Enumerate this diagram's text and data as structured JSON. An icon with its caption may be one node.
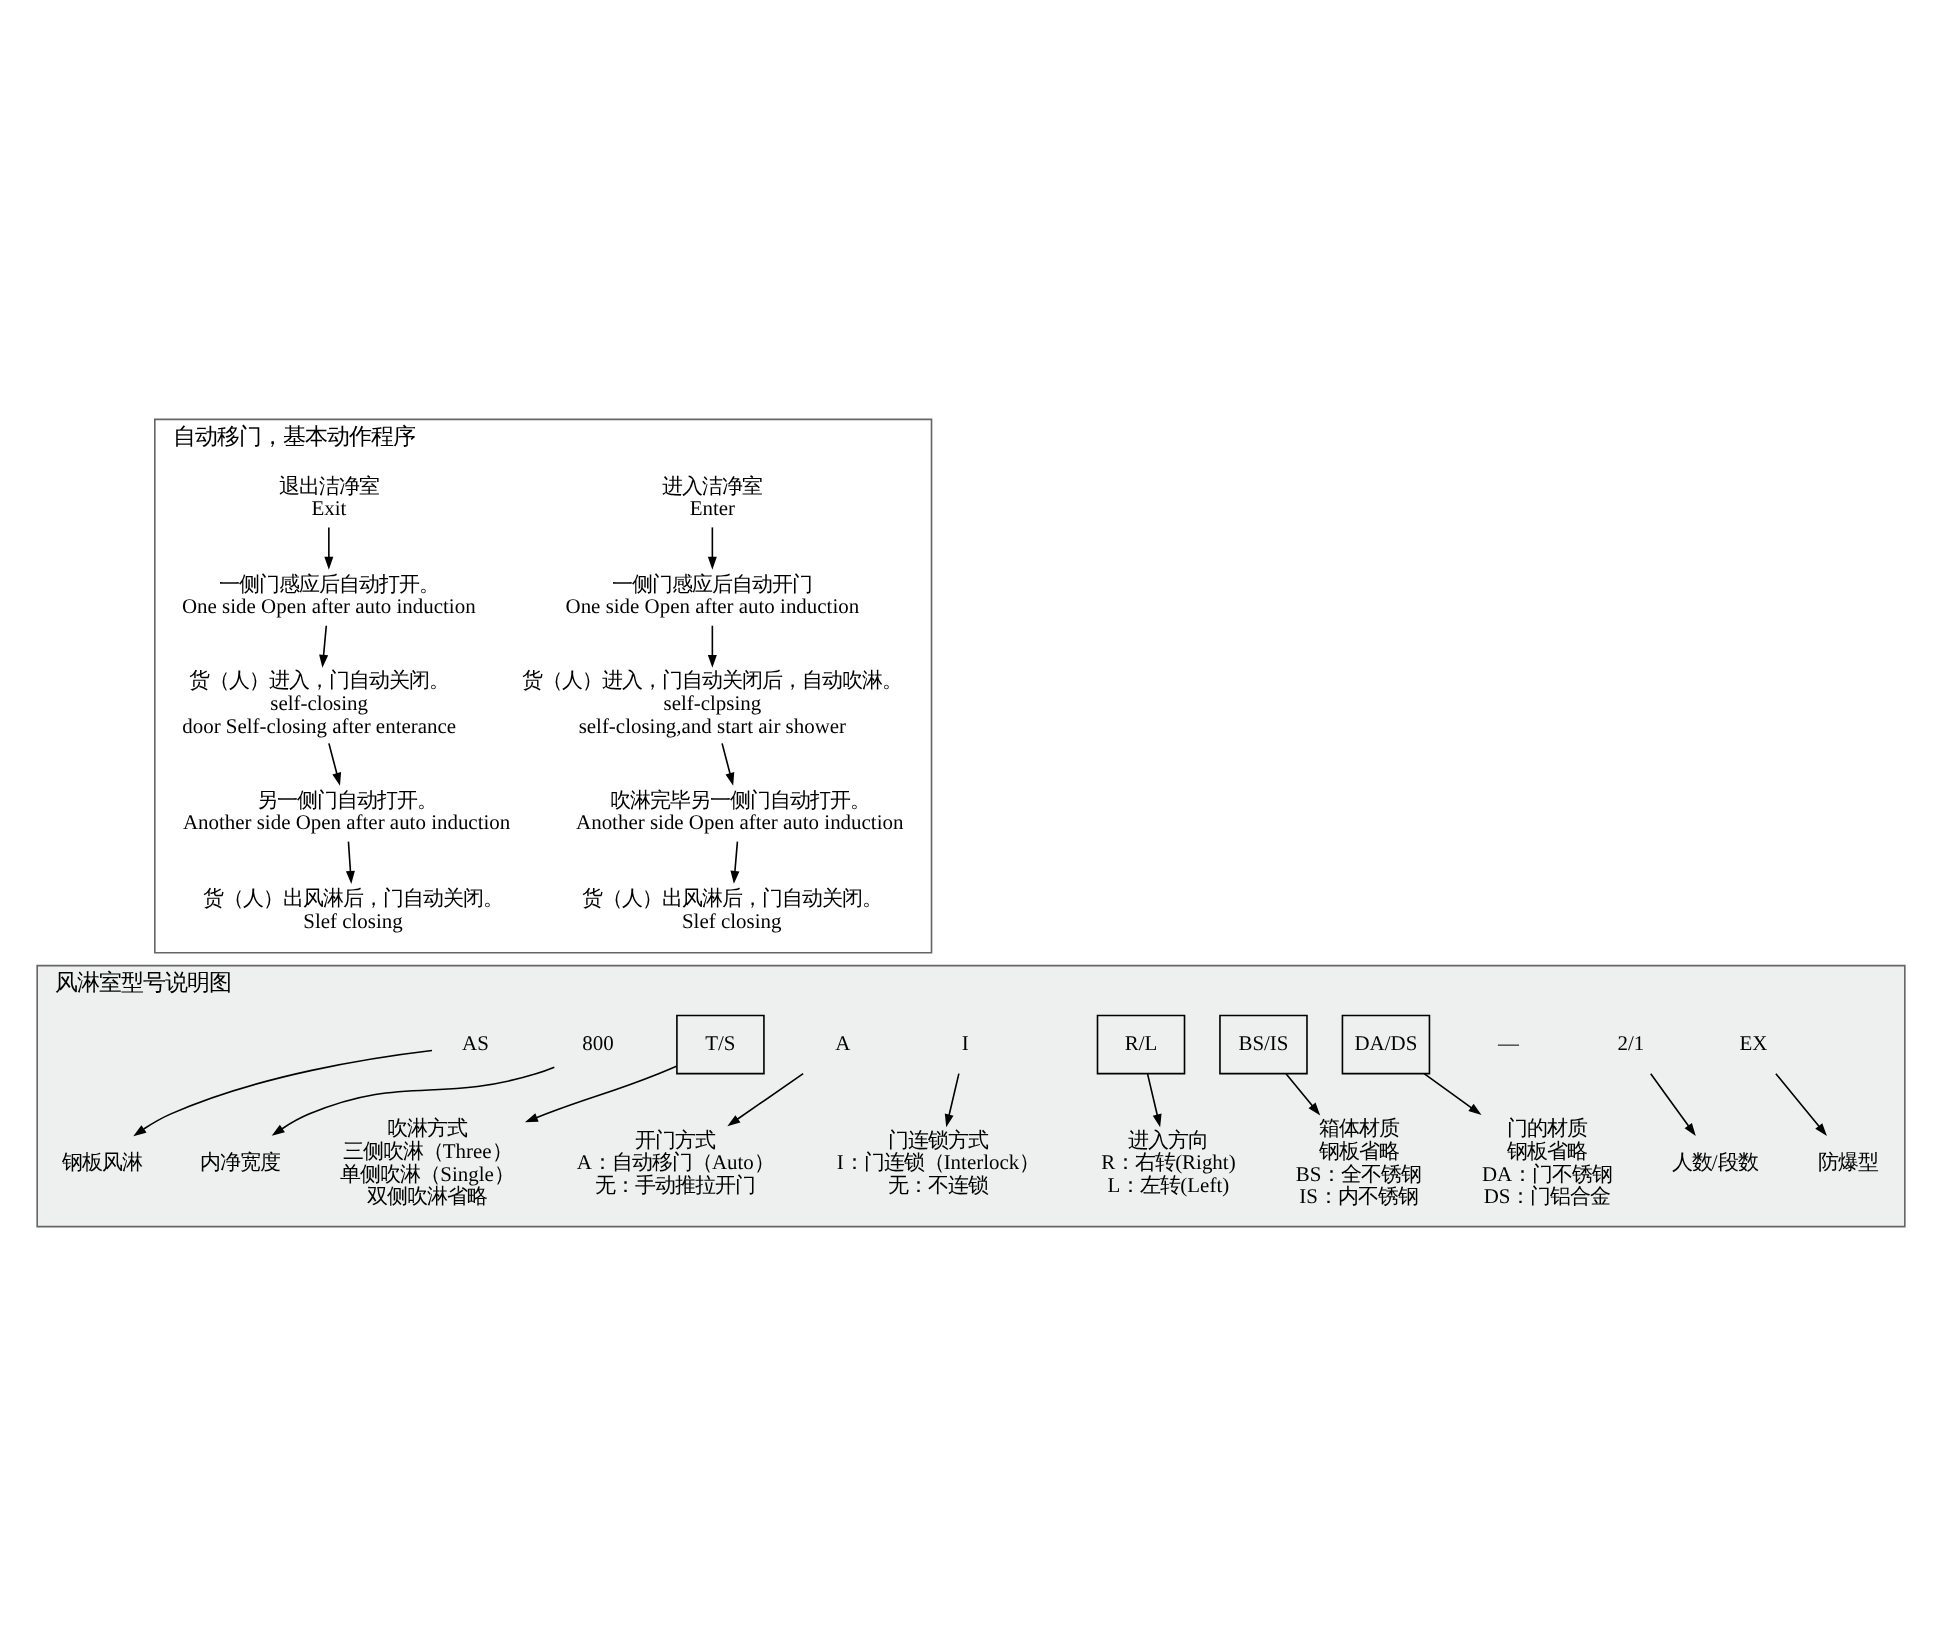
{
  "diagram": {
    "nodes": [
      {
        "text": [
          "自动移门，基本动作程序"
        ]
      },
      {
        "text": [
          "进入洁净室",
          "Enter"
        ],
        "in": 0
      },
      {
        "text": [
          "一侧门感应后自动开门",
          "One side Open after auto induction"
        ],
        "in": 0
      },
      {
        "text": [
          "货（人）进入，门自动关闭后，自动吹淋。",
          "self-clpsing",
          "self-closing,and start air shower"
        ],
        "in": 0
      },
      {
        "text": [
          "吹淋完毕另一侧门自动打开。",
          "Another side Open after auto induction"
        ],
        "in": 0
      },
      {
        "text": [
          "货（人）出风淋后，门自动关闭。",
          "Slef closing"
        ],
        "in": 0
      },
      {
        "text": [
          "退出洁净室",
          "Exit"
        ],
        "in": 0
      },
      {
        "text": [
          "一侧门感应后自动打开。",
          "One side Open after auto induction"
        ],
        "in": 0
      },
      {
        "text": [
          "货（人）进入，门自动关闭。",
          "self-closing",
          "door Self-closing after enterance"
        ],
        "in": 0
      },
      {
        "text": [
          "另一侧门自动打开。",
          "Another side Open after auto induction"
        ],
        "in": 0
      },
      {
        "text": [
          "货（人）出风淋后，门自动关闭。",
          "Slef closing"
        ],
        "in": 0
      },
      {
        "text": [
          "风淋室型号说明图"
        ]
      },
      {
        "text": [
          "AS"
        ],
        "in": 11
      },
      {
        "text": [
          "800"
        ],
        "in": 11
      },
      {
        "text": [
          "T/S"
        ],
        "in": 11
      },
      {
        "text": [
          "A"
        ],
        "in": 11
      },
      {
        "text": [
          "I"
        ],
        "in": 11
      },
      {
        "text": [
          "R/L"
        ],
        "in": 11
      },
      {
        "text": [
          "BS/IS"
        ],
        "in": 11
      },
      {
        "text": [
          "DA/DS"
        ],
        "in": 11
      },
      {
        "text": [
          "2/1"
        ],
        "in": 11
      },
      {
        "text": [
          "EX"
        ],
        "in": 11
      },
      {
        "text": [
          "钢板风淋"
        ],
        "in": 11
      },
      {
        "text": [
          "内净宽度"
        ],
        "in": 11
      },
      {
        "text": [
          "吹淋方式",
          "三侧吹淋（Three）",
          "单侧吹淋（Single）",
          "双侧吹淋省略"
        ],
        "in": 11
      },
      {
        "text": [
          "开门方式",
          "A：自动移门（Auto）",
          "无：手动推拉开门"
        ],
        "in": 11
      },
      {
        "text": [
          "门连锁方式",
          "I：门连锁（Interlock）",
          "无：不连锁"
        ],
        "in": 11
      },
      {
        "text": [
          "进入方向",
          "R：右转(Right)",
          "L：左转(Left)"
        ],
        "in": 11
      },
      {
        "text": [
          "箱体材质",
          "钢板省略",
          "BS：全不锈钢",
          "IS：内不锈钢"
        ],
        "in": 11
      },
      {
        "text": [
          "门的材质",
          "钢板省略",
          "DA：门不锈钢",
          "DS：门铝合金"
        ],
        "in": 11
      },
      {
        "text": [
          "人数/段数"
        ],
        "in": 11
      },
      {
        "text": [
          "防爆型"
        ],
        "in": 11
      }
    ],
    "edges": [
      {
        "from": 1,
        "to": 2,
        "arrow": "to"
      },
      {
        "from": 2,
        "to": 3,
        "arrow": "to"
      },
      {
        "from": 3,
        "to": 4,
        "arrow": "to"
      },
      {
        "from": 4,
        "to": 5,
        "arrow": "to"
      },
      {
        "from": 6,
        "to": 7,
        "arrow": "to"
      },
      {
        "from": 7,
        "to": 8,
        "arrow": "to"
      },
      {
        "from": 8,
        "to": 9,
        "arrow": "to"
      },
      {
        "from": 9,
        "to": 10,
        "arrow": "to"
      },
      {
        "from": 12,
        "to": 22,
        "arrow": "to"
      },
      {
        "from": 13,
        "to": 23,
        "arrow": "to"
      },
      {
        "from": 14,
        "to": 24,
        "arrow": "to"
      },
      {
        "from": 15,
        "to": 25,
        "arrow": "to"
      },
      {
        "from": 16,
        "to": 26,
        "arrow": "to"
      },
      {
        "from": 17,
        "to": 27,
        "arrow": "to"
      },
      {
        "from": 18,
        "to": 28,
        "arrow": "to"
      },
      {
        "from": 19,
        "to": 29,
        "arrow": "to"
      },
      {
        "from": 20,
        "to": 30,
        "arrow": "to"
      },
      {
        "from": 21,
        "to": 31,
        "arrow": "to"
      }
    ],
    "labels": [
      "—"
    ]
  }
}
